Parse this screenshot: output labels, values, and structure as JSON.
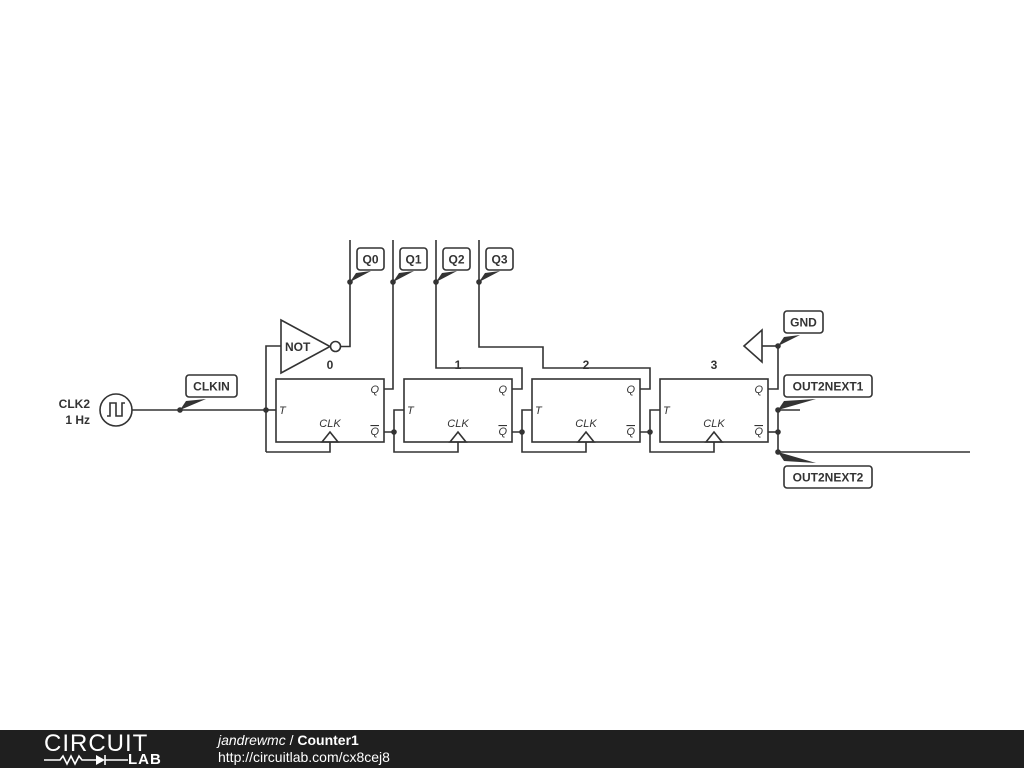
{
  "schematic": {
    "clock": {
      "name": "CLK2",
      "freq": "1 Hz"
    },
    "labels": {
      "clkin": "CLKIN",
      "q0": "Q0",
      "q1": "Q1",
      "q2": "Q2",
      "q3": "Q3",
      "gnd": "GND",
      "out2next1": "OUT2NEXT1",
      "out2next2": "OUT2NEXT2"
    },
    "not_gate": "NOT",
    "flipflops": [
      {
        "id": "0",
        "t": "T",
        "q": "Q",
        "qbar": "Q",
        "clk": "CLK"
      },
      {
        "id": "1",
        "t": "T",
        "q": "Q",
        "qbar": "Q",
        "clk": "CLK"
      },
      {
        "id": "2",
        "t": "T",
        "q": "Q",
        "qbar": "Q",
        "clk": "CLK"
      },
      {
        "id": "3",
        "t": "T",
        "q": "Q",
        "qbar": "Q",
        "clk": "CLK"
      }
    ]
  },
  "footer": {
    "logo_top": "CIRCUIT",
    "logo_bottom": "LAB",
    "author": "jandrewmc",
    "separator": " / ",
    "title": "Counter1",
    "url": "http://circuitlab.com/cx8cej8"
  }
}
